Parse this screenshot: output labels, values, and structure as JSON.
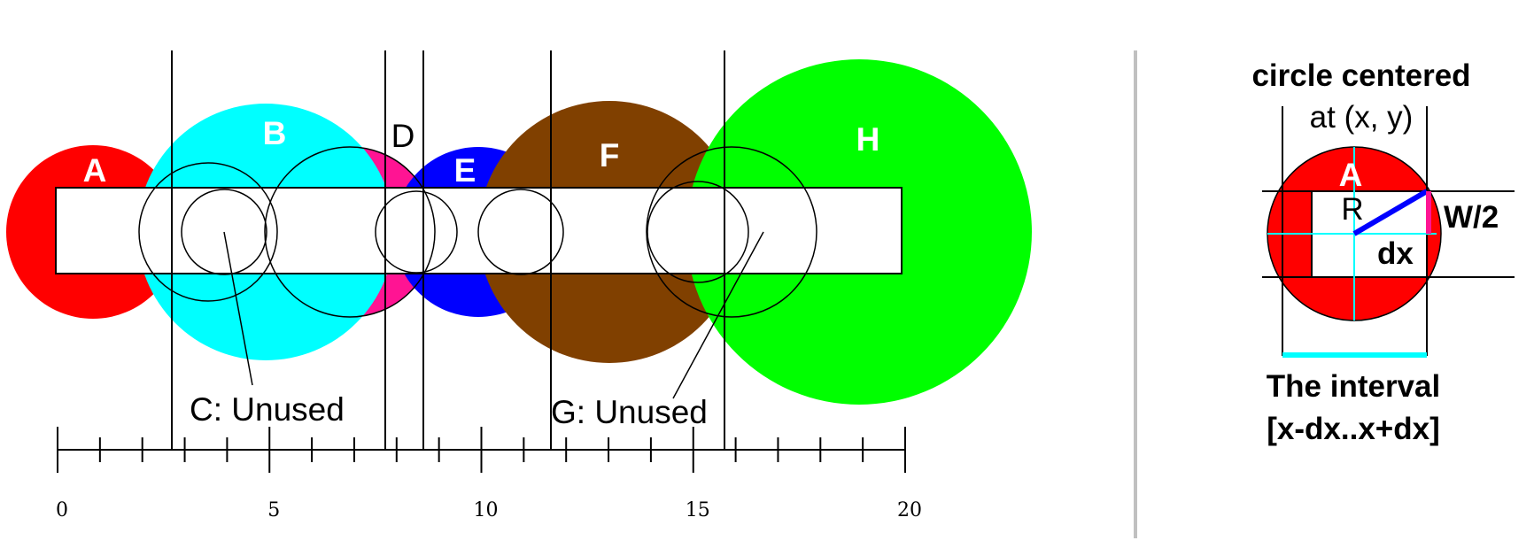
{
  "colors": {
    "A": "#ff0000",
    "B": "#00ffff",
    "D": "#ff1493",
    "E": "#0000ff",
    "F": "#804000",
    "H": "#00ff00",
    "divider": "#c0c0c0",
    "interval": "#00ffff",
    "radius": "#0000ff",
    "half_width": "#ff1493"
  },
  "circle_labels": {
    "A": "A",
    "B": "B",
    "D": "D",
    "E": "E",
    "F": "F",
    "H": "H"
  },
  "unused_labels": {
    "C": "C: Unused",
    "G": "G: Unused"
  },
  "axis": {
    "ticks": [
      {
        "value": 0,
        "label": "0"
      },
      {
        "value": 5,
        "label": "5"
      },
      {
        "value": 10,
        "label": "10"
      },
      {
        "value": 15,
        "label": "15"
      },
      {
        "value": 20,
        "label": "20"
      }
    ]
  },
  "detail": {
    "title_line1": "circle centered",
    "title_line2": "at (x, y)",
    "circle_label": "A",
    "radius_label": "R",
    "half_width_label": "W/2",
    "dx_label": "dx",
    "interval_line1": "The interval",
    "interval_line2": "[x-dx..x+dx]"
  }
}
